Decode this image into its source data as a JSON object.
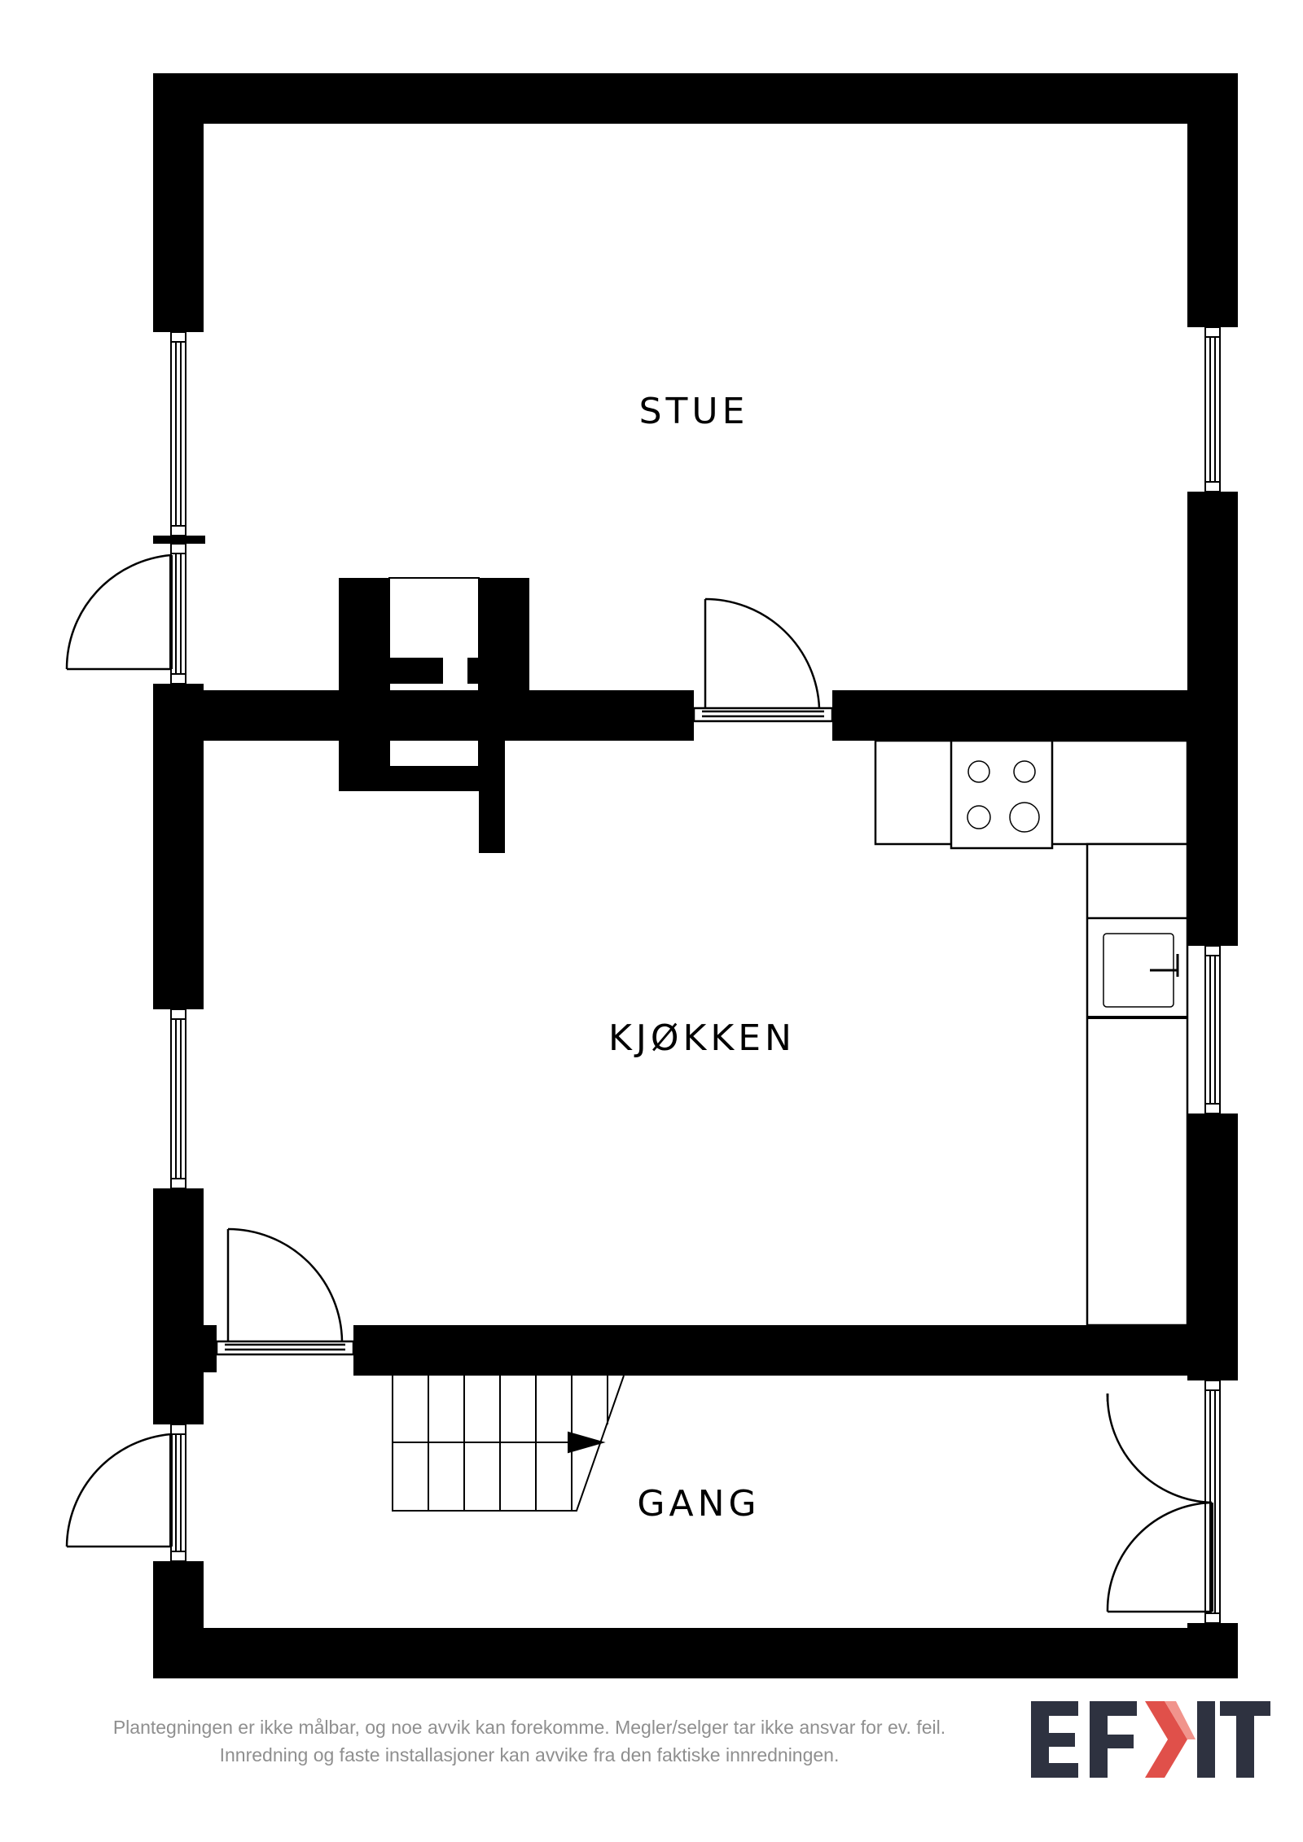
{
  "rooms": {
    "stue": "STUE",
    "kjokken": "KJØKKEN",
    "gang": "GANG"
  },
  "disclaimer": {
    "line1": "Plantegningen er ikke målbar, og noe avvik kan forekomme. Megler/selger tar ikke ansvar for ev. feil.",
    "line2": "Innredning og faste installasjoner kan avvike fra den faktiske innredningen."
  },
  "logo": {
    "text": "EFKT",
    "colors": {
      "primary": "#2e3240",
      "accent_dark": "#e0504a",
      "accent_light": "#f1948c"
    }
  },
  "colors": {
    "wall": "#000000",
    "background": "#ffffff"
  }
}
